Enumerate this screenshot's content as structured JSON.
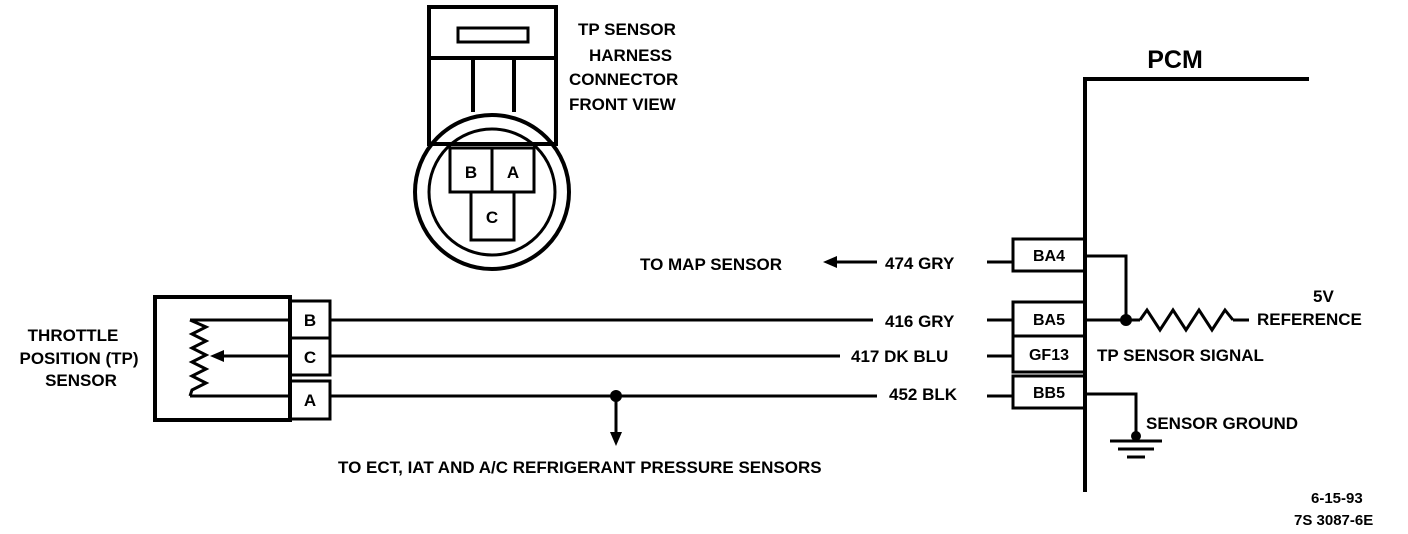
{
  "connector": {
    "title_lines": [
      "TP SENSOR",
      "HARNESS",
      "CONNECTOR",
      "FRONT VIEW"
    ],
    "pins": [
      "B",
      "A",
      "C"
    ]
  },
  "pcm": {
    "label": "PCM"
  },
  "sensor": {
    "label_lines": [
      "THROTTLE",
      "POSITION (TP)",
      "SENSOR"
    ],
    "pins": [
      "B",
      "C",
      "A"
    ]
  },
  "terminals": [
    "BA4",
    "BA5",
    "GF13",
    "BB5"
  ],
  "wires": [
    "474 GRY",
    "416 GRY",
    "417 DK BLU",
    "452 BLK"
  ],
  "notes": {
    "map": "TO MAP SENSOR",
    "sensors": "TO ECT, IAT AND A/C REFRIGERANT PRESSURE SENSORS",
    "ref_5v": "5V",
    "reference": "REFERENCE",
    "tp_signal": "TP SENSOR  SIGNAL",
    "ground": "SENSOR   GROUND"
  },
  "footer": {
    "date": "6-15-93",
    "code": "7S 3087-6E"
  }
}
